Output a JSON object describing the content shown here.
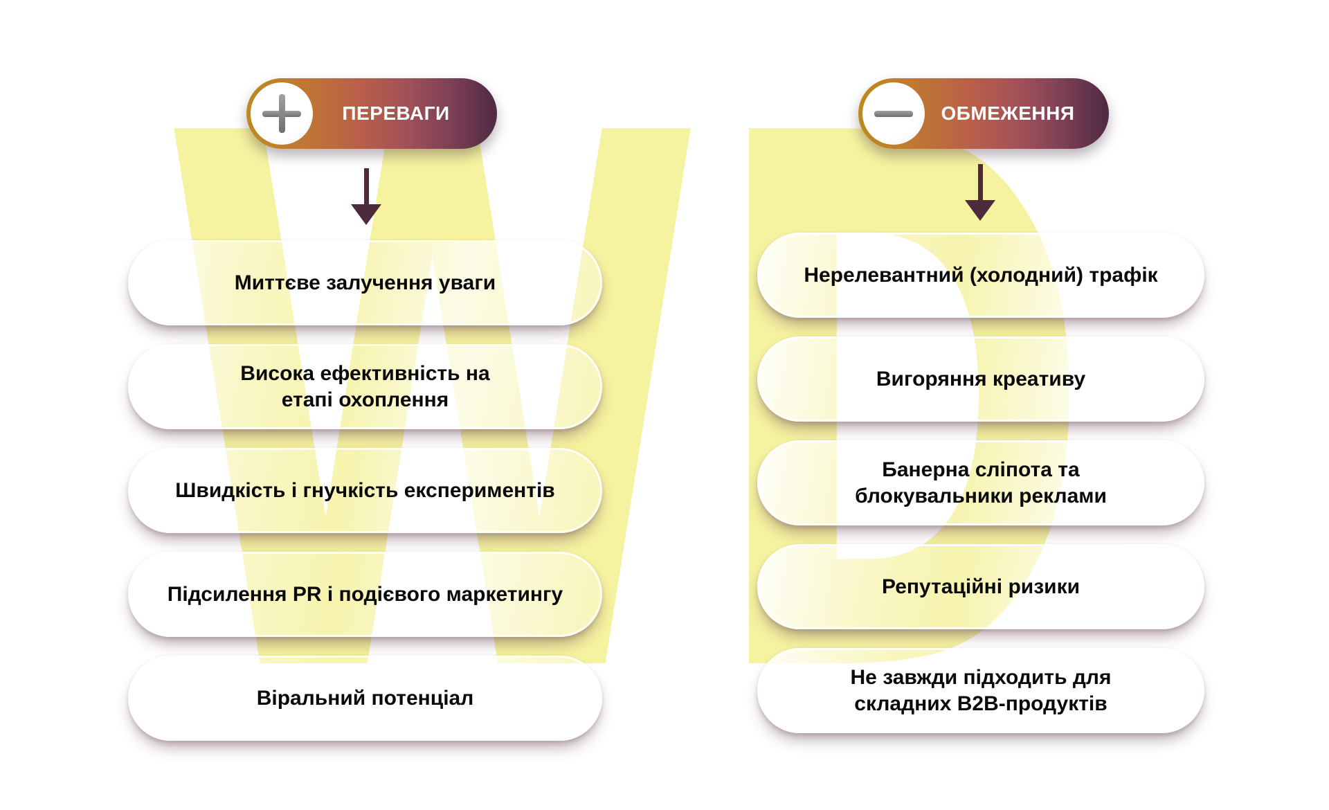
{
  "diagram": {
    "left": {
      "badge_label": "ПЕРЕВАГИ",
      "badge_icon": "plus-icon",
      "items": [
        "Миттєве залучення уваги",
        "Висока ефективність на\nетапі охоплення",
        "Швидкість і гнучкість експериментів",
        "Підсилення PR і подієвого маркетингу",
        "Віральний потенціал"
      ]
    },
    "right": {
      "badge_label": "ОБМЕЖЕННЯ",
      "badge_icon": "minus-icon",
      "items": [
        "Нерелевантний (холодний) трафік",
        "Вигоряння креативу",
        "Банерна сліпота та\nблокувальники реклами",
        "Репутаційні ризики",
        "Не завжди підходить для\nскладних B2B-продуктів"
      ]
    },
    "watermark": {
      "letter_left": "W",
      "letter_right": "D",
      "color": "#f5f2a0"
    },
    "colors": {
      "badge_gradient_start": "#bd8a1e",
      "badge_gradient_mid": "#b95f49",
      "badge_gradient_end": "#4e2a42",
      "arrow": "#4e2b3c",
      "badge_text": "#ffffff",
      "card_text": "#0a0a0a"
    }
  }
}
